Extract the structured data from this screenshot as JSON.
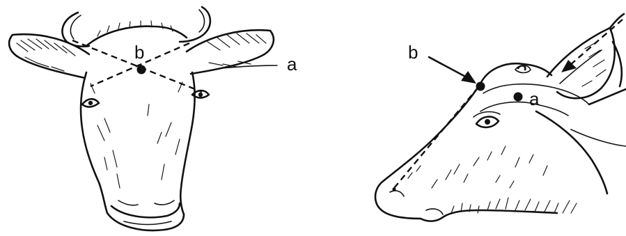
{
  "figure": {
    "front_view": {
      "label_a": "a",
      "label_b": "b"
    },
    "side_view": {
      "label_a": "a",
      "label_b": "b"
    }
  },
  "colors": {
    "ink": "#111111",
    "background": "#ffffff"
  },
  "icons": {
    "front_view": "cow-head-front-icon",
    "side_view": "cow-head-side-icon"
  }
}
